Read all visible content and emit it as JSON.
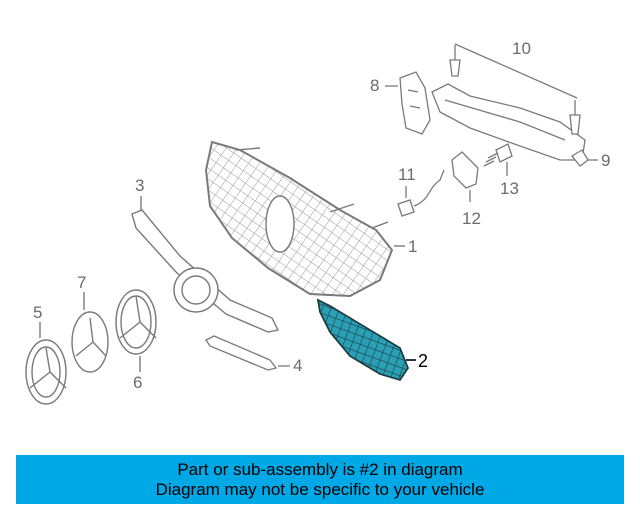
{
  "colors": {
    "line": "#7a7a7a",
    "highlight": "#2aa0b4",
    "banner": "#00a8e6"
  },
  "callouts": {
    "c1": "1",
    "c2": "2",
    "c3": "3",
    "c4": "4",
    "c5": "5",
    "c6": "6",
    "c7": "7",
    "c8": "8",
    "c9": "9",
    "c10": "10",
    "c11": "11",
    "c12": "12",
    "c13": "13"
  },
  "banner": {
    "line1": "Part or sub-assembly is #2 in diagram",
    "line2": "Diagram may not be specific to your vehicle"
  }
}
